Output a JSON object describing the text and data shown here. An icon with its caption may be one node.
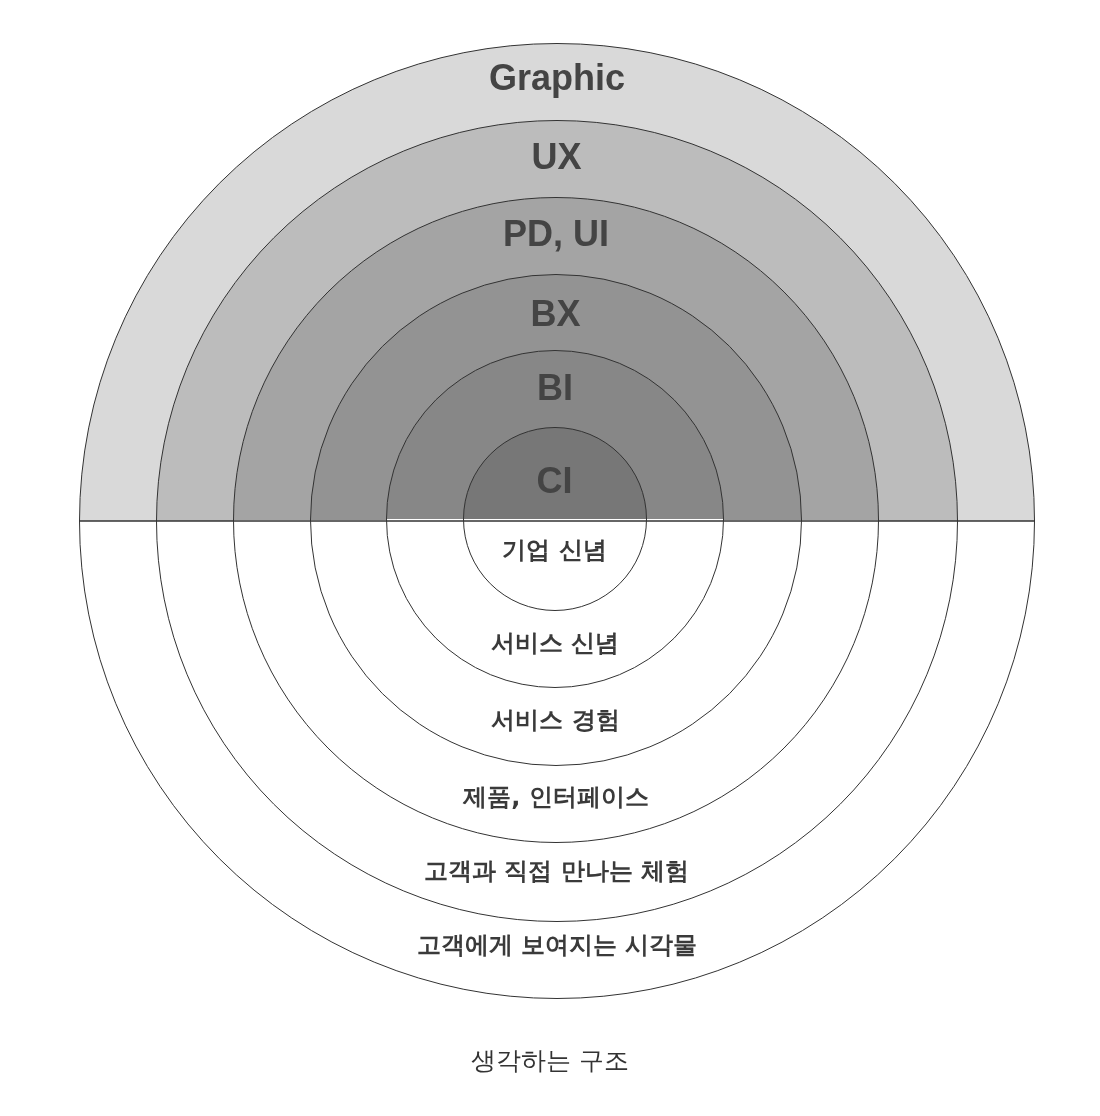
{
  "diagram": {
    "caption": "생각하는 구조",
    "nodes": [
      {
        "text": [
          "Graphic",
          "고객에게 보여지는 시각물"
        ]
      },
      {
        "text": [
          "UX",
          "고객과 직접 만나는 체험"
        ],
        "in": 0
      },
      {
        "text": [
          "PD, UI",
          "제품, 인터페이스"
        ],
        "in": 1
      },
      {
        "text": [
          "BX",
          "서비스 경험"
        ],
        "in": 2
      },
      {
        "text": [
          "BI",
          "서비스 신념"
        ],
        "in": 3
      },
      {
        "text": [
          "CI",
          "기업 신념"
        ],
        "in": 4
      }
    ]
  }
}
